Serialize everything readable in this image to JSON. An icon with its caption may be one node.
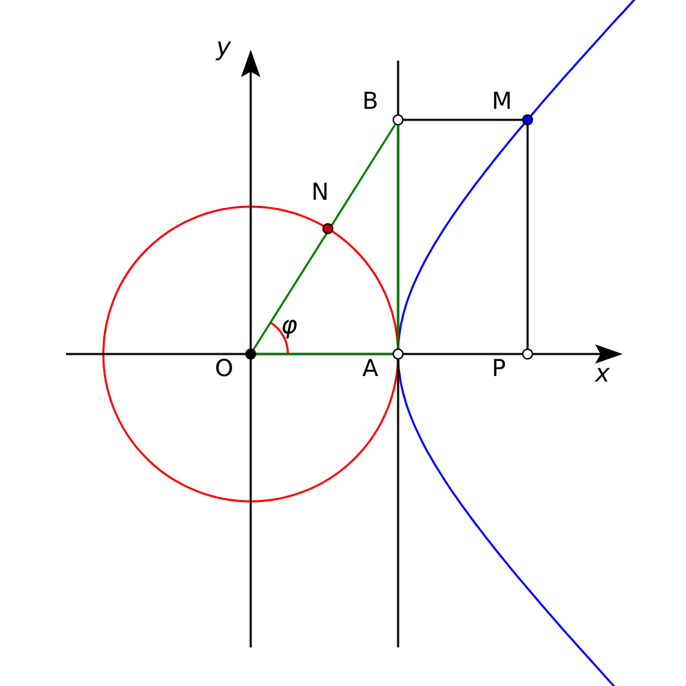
{
  "diagram": {
    "nodes": [
      {
        "text": [
          "B"
        ]
      },
      {
        "text": [
          "M"
        ]
      },
      {
        "text": [
          "N"
        ]
      },
      {
        "text": [
          "O"
        ]
      },
      {
        "text": [
          "A"
        ]
      },
      {
        "text": [
          "P"
        ]
      }
    ],
    "edges": [
      {
        "from": 3,
        "to": 0,
        "arrow": "none"
      },
      {
        "from": 3,
        "to": 4,
        "arrow": "none"
      },
      {
        "from": 4,
        "to": 0,
        "arrow": "none"
      },
      {
        "from": 0,
        "to": 1,
        "arrow": "none",
        "color": "#000000"
      },
      {
        "from": 1,
        "to": 5,
        "arrow": "none",
        "color": "#000000"
      }
    ],
    "labels": [
      "y",
      "φ",
      "x"
    ]
  }
}
